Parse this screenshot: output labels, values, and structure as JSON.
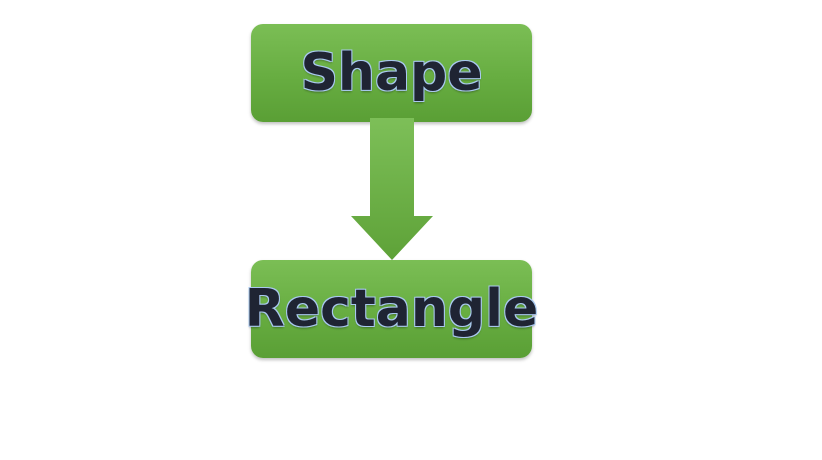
{
  "diagram": {
    "nodes": [
      {
        "id": "shape",
        "label": "Shape"
      },
      {
        "id": "rectangle",
        "label": "Rectangle"
      }
    ],
    "edges": [
      {
        "from": "shape",
        "to": "rectangle"
      }
    ],
    "colors": {
      "node_fill": "#6ab045",
      "node_text": "#1f2433",
      "arrow_fill": "#6ab045"
    }
  }
}
